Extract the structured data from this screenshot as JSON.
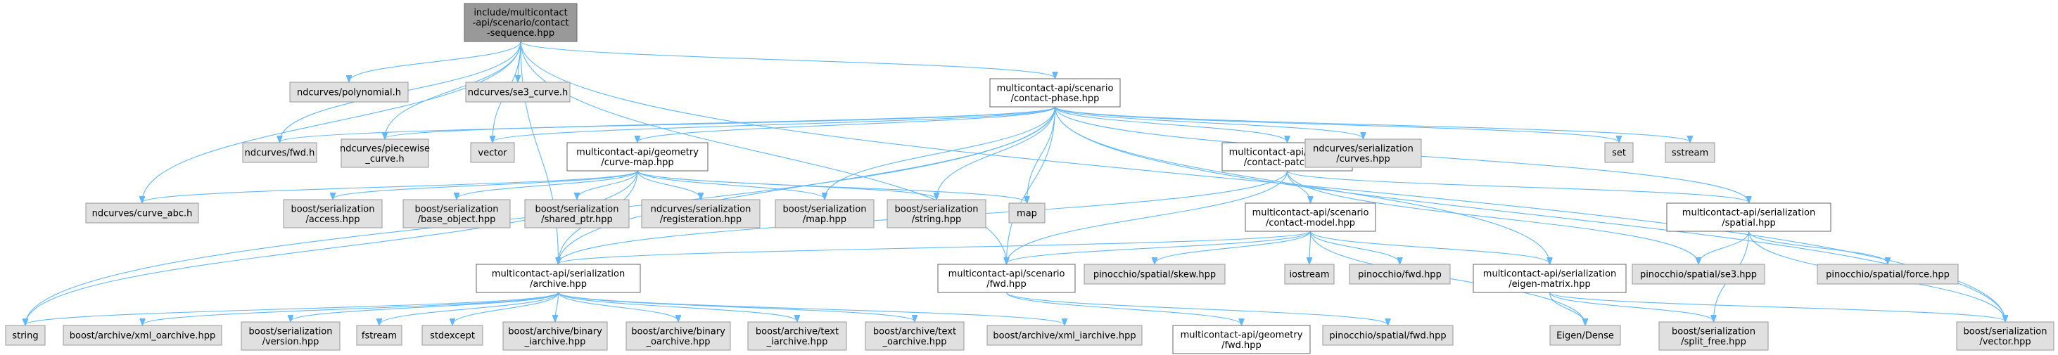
{
  "diagram": {
    "title": "include/multicontact-api/scenario/contact-sequence.hpp include dependency graph",
    "colors": {
      "edge": "#63b8ff",
      "root_fill": "#999999",
      "internal_fill": "#ffffff",
      "external_fill": "#e0e0e0"
    },
    "nodes": {
      "root": "include/multicontact\n-api/scenario/contact\n-sequence.hpp",
      "contact_phase": "multicontact-api/scenario\n/contact-phase.hpp",
      "curve_map": "multicontact-api/geometry\n/curve-map.hpp",
      "contact_patch": "multicontact-api/scenario\n/contact-patch.hpp",
      "contact_model": "multicontact-api/scenario\n/contact-model.hpp",
      "ser_spatial": "multicontact-api/serialization\n/spatial.hpp",
      "ser_archive": "multicontact-api/serialization\n/archive.hpp",
      "scenario_fwd": "multicontact-api/scenario\n/fwd.hpp",
      "ser_eigen": "multicontact-api/serialization\n/eigen-matrix.hpp",
      "geometry_fwd": "multicontact-api/geometry\n/fwd.hpp",
      "nd_polynomial": "ndcurves/polynomial.h",
      "nd_se3": "ndcurves/se3_curve.h",
      "nd_fwd": "ndcurves/fwd.h",
      "nd_piecewise": "ndcurves/piecewise\n_curve.h",
      "vector": "vector",
      "nd_ser_curves": "ndcurves/serialization\n/curves.hpp",
      "set": "set",
      "sstream": "sstream",
      "nd_curve_abc": "ndcurves/curve_abc.h",
      "bs_access": "boost/serialization\n/access.hpp",
      "bs_base_object": "boost/serialization\n/base_object.hpp",
      "bs_shared_ptr": "boost/serialization\n/shared_ptr.hpp",
      "nd_registeration": "ndcurves/serialization\n/registeration.hpp",
      "bs_map": "boost/serialization\n/map.hpp",
      "bs_string": "boost/serialization\n/string.hpp",
      "map": "map",
      "pin_skew": "pinocchio/spatial/skew.hpp",
      "iostream": "iostream",
      "pin_fwd": "pinocchio/fwd.hpp",
      "pin_se3": "pinocchio/spatial/se3.hpp",
      "pin_force": "pinocchio/spatial/force.hpp",
      "string": "string",
      "ba_xml_oarchive": "boost/archive/xml_oarchive.hpp",
      "bs_version": "boost/serialization\n/version.hpp",
      "fstream": "fstream",
      "stdexcept": "stdexcept",
      "ba_binary_iarchive": "boost/archive/binary\n_iarchive.hpp",
      "ba_binary_oarchive": "boost/archive/binary\n_oarchive.hpp",
      "ba_text_iarchive": "boost/archive/text\n_iarchive.hpp",
      "ba_text_oarchive": "boost/archive/text\n_oarchive.hpp",
      "ba_xml_iarchive": "boost/archive/xml_iarchive.hpp",
      "pin_spatial_fwd": "pinocchio/spatial/fwd.hpp",
      "eigen_dense": "Eigen/Dense",
      "bs_split_free": "boost/serialization\n/split_free.hpp",
      "bs_vector": "boost/serialization\n/vector.hpp"
    },
    "edges": [
      [
        "root",
        "nd_polynomial"
      ],
      [
        "root",
        "nd_se3"
      ],
      [
        "root",
        "nd_fwd"
      ],
      [
        "root",
        "nd_piecewise"
      ],
      [
        "root",
        "vector"
      ],
      [
        "root",
        "nd_curve_abc"
      ],
      [
        "root",
        "contact_phase"
      ],
      [
        "root",
        "ser_archive"
      ],
      [
        "root",
        "scenario_fwd"
      ],
      [
        "root",
        "bs_vector"
      ],
      [
        "contact_phase",
        "nd_fwd"
      ],
      [
        "contact_phase",
        "nd_piecewise"
      ],
      [
        "contact_phase",
        "vector"
      ],
      [
        "contact_phase",
        "curve_map"
      ],
      [
        "contact_phase",
        "contact_patch"
      ],
      [
        "contact_phase",
        "nd_ser_curves"
      ],
      [
        "contact_phase",
        "set"
      ],
      [
        "contact_phase",
        "sstream"
      ],
      [
        "contact_phase",
        "string"
      ],
      [
        "contact_phase",
        "bs_map"
      ],
      [
        "contact_phase",
        "bs_string"
      ],
      [
        "contact_phase",
        "map"
      ],
      [
        "contact_phase",
        "ser_archive"
      ],
      [
        "contact_phase",
        "scenario_fwd"
      ],
      [
        "contact_phase",
        "ser_eigen"
      ],
      [
        "contact_phase",
        "ser_spatial"
      ],
      [
        "contact_phase",
        "bs_vector"
      ],
      [
        "curve_map",
        "nd_curve_abc"
      ],
      [
        "curve_map",
        "bs_access"
      ],
      [
        "curve_map",
        "bs_base_object"
      ],
      [
        "curve_map",
        "bs_shared_ptr"
      ],
      [
        "curve_map",
        "nd_registeration"
      ],
      [
        "curve_map",
        "bs_map"
      ],
      [
        "curve_map",
        "bs_string"
      ],
      [
        "curve_map",
        "map"
      ],
      [
        "curve_map",
        "ser_archive"
      ],
      [
        "curve_map",
        "string"
      ],
      [
        "contact_patch",
        "contact_model"
      ],
      [
        "contact_patch",
        "ser_spatial"
      ],
      [
        "contact_patch",
        "pin_se3"
      ],
      [
        "contact_patch",
        "ser_archive"
      ],
      [
        "contact_patch",
        "scenario_fwd"
      ],
      [
        "contact_model",
        "ser_archive"
      ],
      [
        "contact_model",
        "scenario_fwd"
      ],
      [
        "contact_model",
        "pin_skew"
      ],
      [
        "contact_model",
        "iostream"
      ],
      [
        "contact_model",
        "pin_fwd"
      ],
      [
        "contact_model",
        "ser_eigen"
      ],
      [
        "contact_model",
        "eigen_dense"
      ],
      [
        "ser_spatial",
        "pin_se3"
      ],
      [
        "ser_spatial",
        "pin_force"
      ],
      [
        "ser_spatial",
        "bs_split_free"
      ],
      [
        "ser_spatial",
        "bs_vector"
      ],
      [
        "ser_archive",
        "string"
      ],
      [
        "ser_archive",
        "ba_xml_oarchive"
      ],
      [
        "ser_archive",
        "bs_version"
      ],
      [
        "ser_archive",
        "fstream"
      ],
      [
        "ser_archive",
        "stdexcept"
      ],
      [
        "ser_archive",
        "ba_binary_iarchive"
      ],
      [
        "ser_archive",
        "ba_binary_oarchive"
      ],
      [
        "ser_archive",
        "ba_text_iarchive"
      ],
      [
        "ser_archive",
        "ba_text_oarchive"
      ],
      [
        "ser_archive",
        "ba_xml_iarchive"
      ],
      [
        "scenario_fwd",
        "geometry_fwd"
      ],
      [
        "scenario_fwd",
        "pin_spatial_fwd"
      ],
      [
        "ser_eigen",
        "eigen_dense"
      ],
      [
        "ser_eigen",
        "bs_split_free"
      ],
      [
        "ser_eigen",
        "bs_vector"
      ]
    ]
  }
}
